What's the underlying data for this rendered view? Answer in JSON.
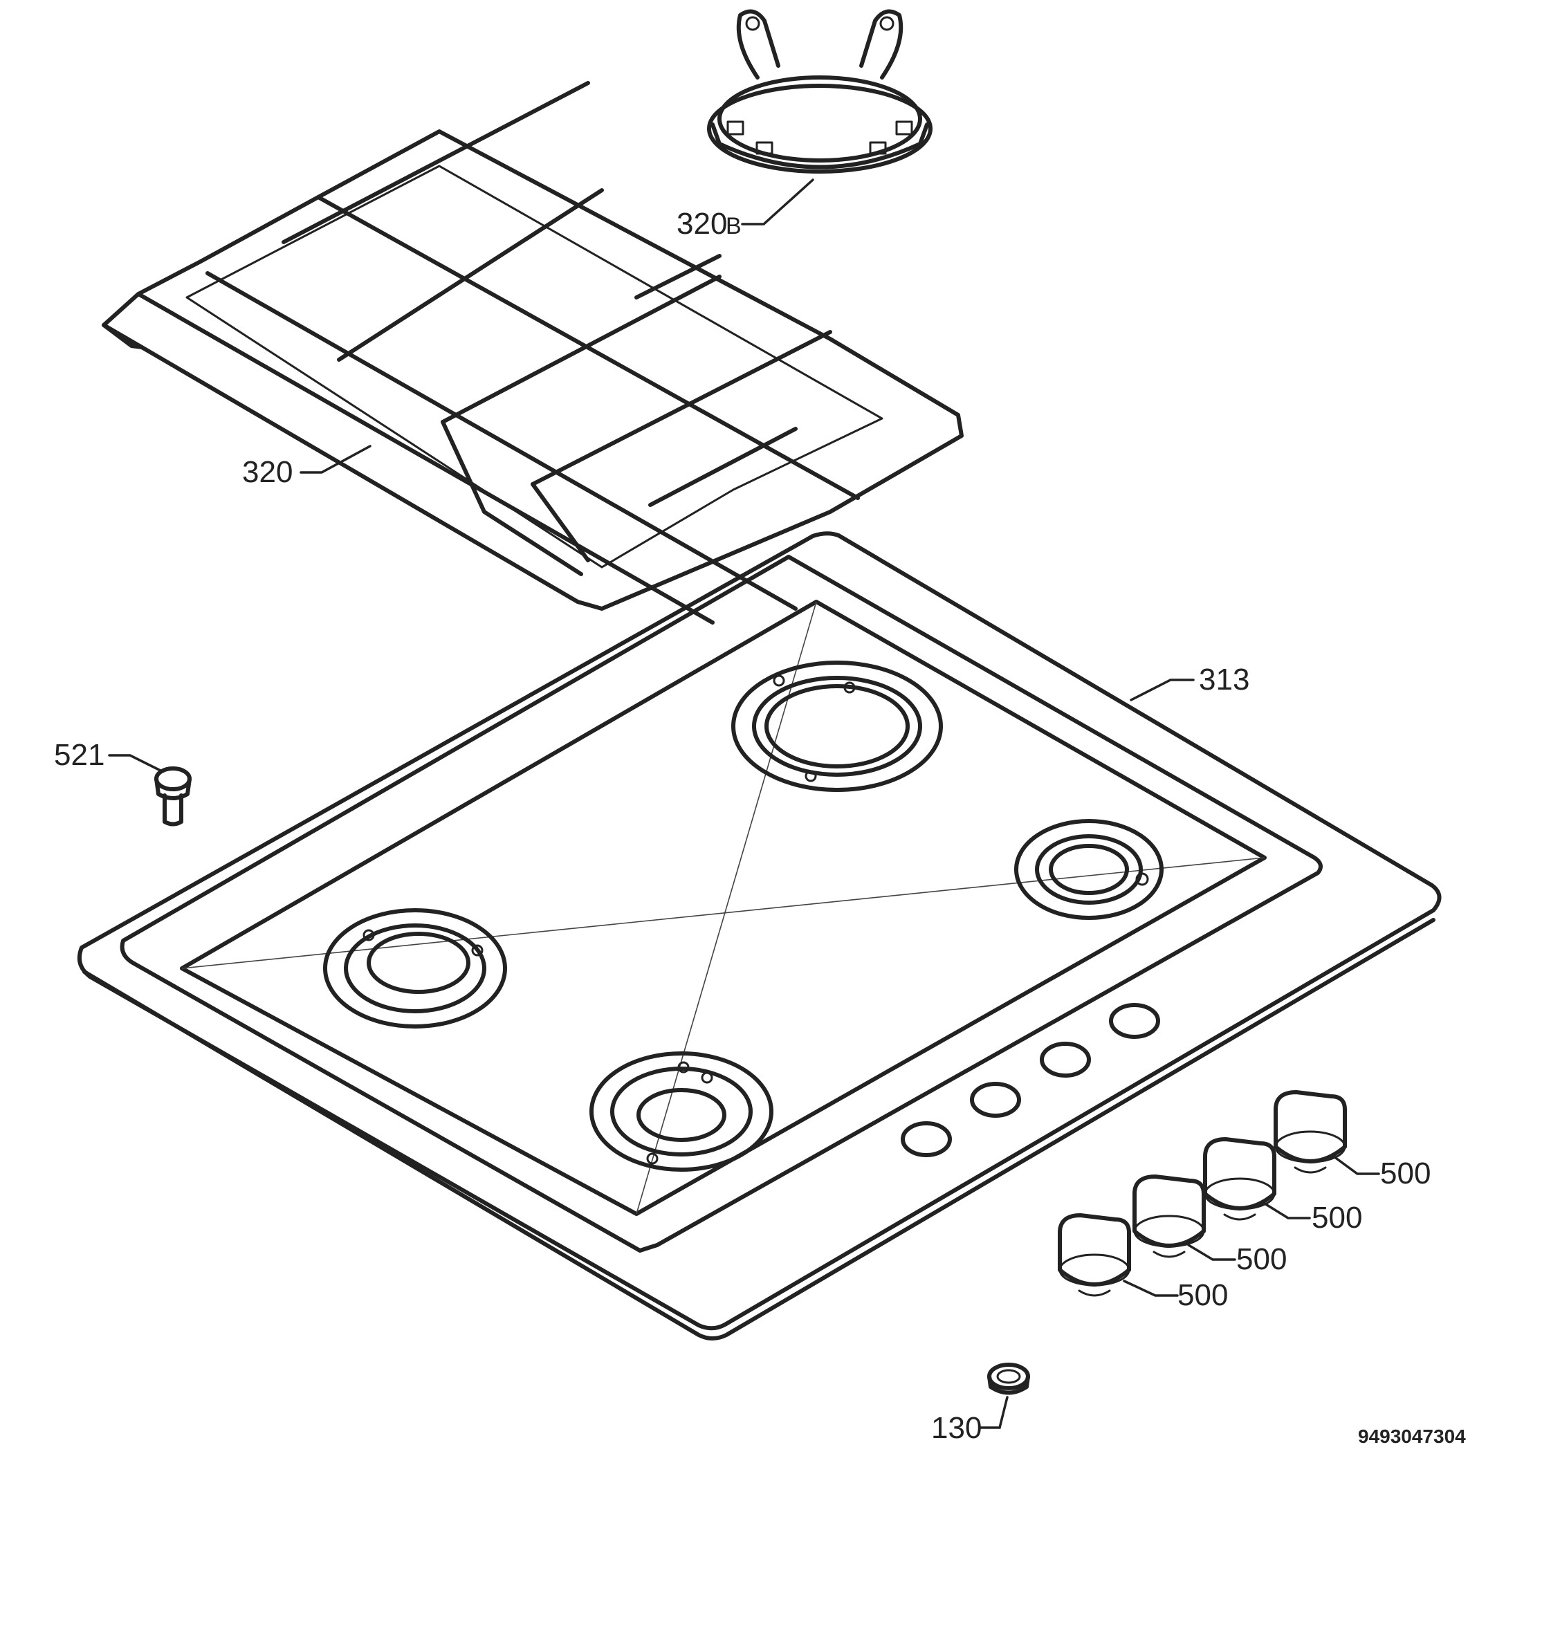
{
  "labels": {
    "pan_support_ring": "320",
    "pan_support_ring_suffix": "B",
    "pan_support": "320",
    "hob_top": "313",
    "screw": "521",
    "knob_1": "500",
    "knob_2": "500",
    "knob_3": "500",
    "knob_4": "500",
    "grommet": "130"
  },
  "document_number": "9493047304"
}
